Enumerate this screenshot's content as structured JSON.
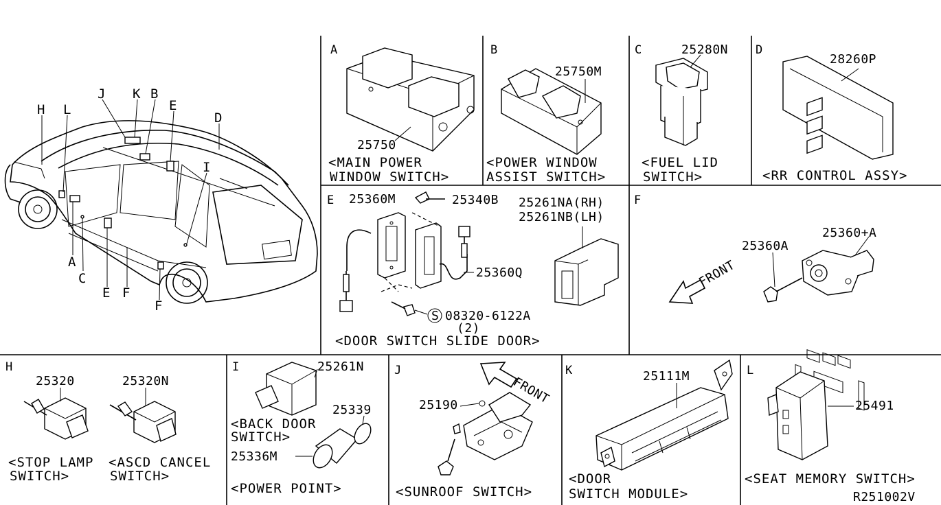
{
  "car_callouts": {
    "H": "H",
    "L": "L",
    "J": "J",
    "K": "K",
    "B": "B",
    "E": "E",
    "D": "D",
    "I": "I",
    "A": "A",
    "C": "C",
    "E2": "E",
    "F": "F",
    "F2": "F"
  },
  "panels": {
    "A": {
      "letter": "A",
      "part": "25750",
      "name1": "<MAIN POWER",
      "name2": "WINDOW SWITCH>"
    },
    "B": {
      "letter": "B",
      "part": "25750M",
      "name1": "<POWER WINDOW",
      "name2": "ASSIST SWITCH>"
    },
    "C": {
      "letter": "C",
      "part": "25280N",
      "name1": "<FUEL LID",
      "name2": "SWITCH>"
    },
    "D": {
      "letter": "D",
      "part": "28260P",
      "name1": "<RR CONTROL ASSY>"
    },
    "E": {
      "letter": "E",
      "part1": "25360M",
      "part2": "25340B",
      "part3": "25261NA(RH)",
      "part4": "25261NB(LH)",
      "part5": "25360Q",
      "part6": "08320-6122A",
      "qty": "(2)",
      "bolt_symbol": "S",
      "name1": "<DOOR SWITCH SLIDE DOOR>"
    },
    "F": {
      "letter": "F",
      "part1": "25360A",
      "part2": "25360+A",
      "front": "FRONT"
    },
    "H": {
      "letter": "H",
      "part1": "25320",
      "part2": "25320N",
      "name1a": "<STOP LAMP",
      "name1b": "SWITCH>",
      "name2a": "<ASCD CANCEL",
      "name2b": "SWITCH>"
    },
    "I": {
      "letter": "I",
      "part1": "25261N",
      "part2": "25339",
      "part3": "25336M",
      "name1a": "<BACK DOOR",
      "name1b": "SWITCH>",
      "name2": "<POWER POINT>"
    },
    "J": {
      "letter": "J",
      "part": "25190",
      "front": "FRONT",
      "name1": "<SUNROOF SWITCH>"
    },
    "K": {
      "letter": "K",
      "part": "25111M",
      "name1": "<DOOR",
      "name2": "SWITCH MODULE>"
    },
    "L": {
      "letter": "L",
      "part": "25491",
      "name1": "<SEAT MEMORY SWITCH>"
    }
  },
  "ref_code": "R251002V"
}
